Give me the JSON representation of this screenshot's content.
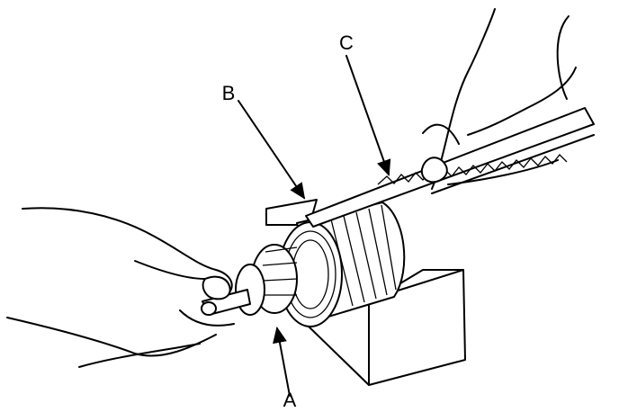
{
  "figure": {
    "callouts": [
      {
        "id": "A",
        "label": "A"
      },
      {
        "id": "B",
        "label": "B"
      },
      {
        "id": "C",
        "label": "C"
      }
    ]
  }
}
